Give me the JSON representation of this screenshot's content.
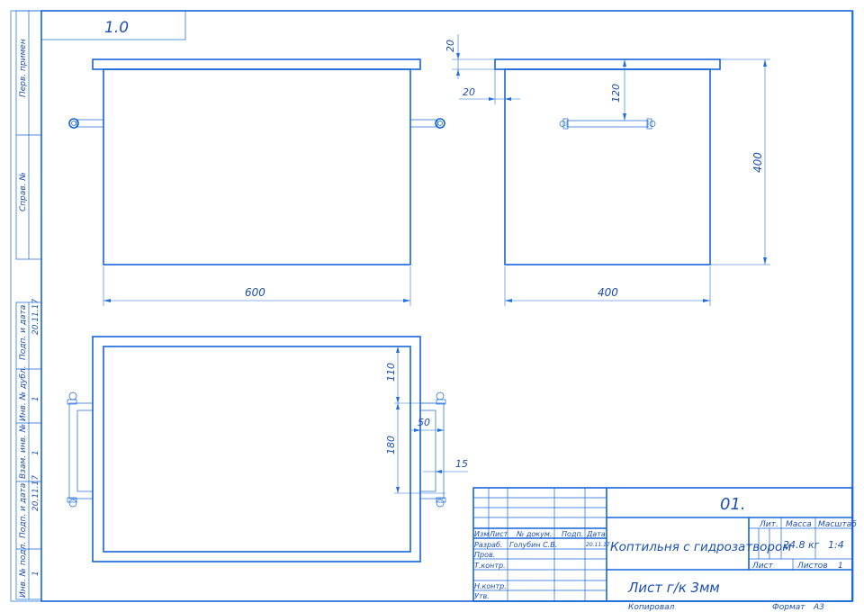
{
  "frame": {
    "corner_code": "1.0",
    "side_labels": [
      "Перв. примен",
      "Справ. №",
      "Подп. и дата",
      "Инв. № дубл.",
      "Взам. инв. №",
      "Подп. и дата",
      "Инв. № подл."
    ],
    "side_values": [
      "20.11.17",
      "1",
      "1",
      "20.11.17",
      "1"
    ]
  },
  "dimensions": {
    "front_width": "600",
    "side_width": "400",
    "side_height": "400",
    "lid_thickness": "20",
    "lid_overhang": "20",
    "handle_height": "120",
    "top_margin": "110",
    "handle_span": "180",
    "handle_depth": "50",
    "handle_offset": "15"
  },
  "title_block": {
    "doc_number": "01.",
    "title": "Коптильня с гидрозатвором",
    "material": "Лист г/к 3мм",
    "headers": [
      "Изм",
      "Лист",
      "№ докум.",
      "Подп.",
      "Дата"
    ],
    "roles": [
      "Разраб.",
      "Пров.",
      "Т.контр.",
      "Н.контр.",
      "Утв."
    ],
    "developer": "Голубин С.В.",
    "date": "20.11.17",
    "col_labels": [
      "Лит.",
      "Масса",
      "Масштаб"
    ],
    "mass": "24.8 кг",
    "scale": "1:4",
    "sheet_label": "Лист",
    "sheets_label": "Листов",
    "sheets_count": "1",
    "copied_label": "Копировал",
    "format_label": "Формат",
    "format_value": "А3"
  }
}
